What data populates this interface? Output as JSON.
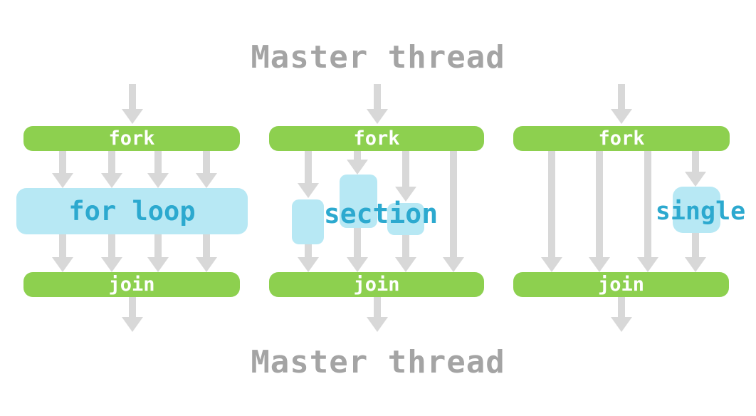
{
  "titles": {
    "top": "Master thread",
    "bottom": "Master thread"
  },
  "colors": {
    "bar_green": "#8dd04f",
    "bar_text": "#ffffff",
    "region_blue": "#b7e8f4",
    "region_text": "#2ca9cf",
    "arrow_gray": "#d8d8d8",
    "title_gray": "#a4a4a4",
    "background": "#ffffff"
  },
  "panels": [
    {
      "fork_label": "fork",
      "join_label": "join",
      "region_label": "for loop",
      "threads": 4,
      "region_count": 1
    },
    {
      "fork_label": "fork",
      "join_label": "join",
      "region_label": "section",
      "threads": 4,
      "region_count": 3
    },
    {
      "fork_label": "fork",
      "join_label": "join",
      "region_label": "single",
      "threads": 4,
      "region_count": 1
    }
  ]
}
